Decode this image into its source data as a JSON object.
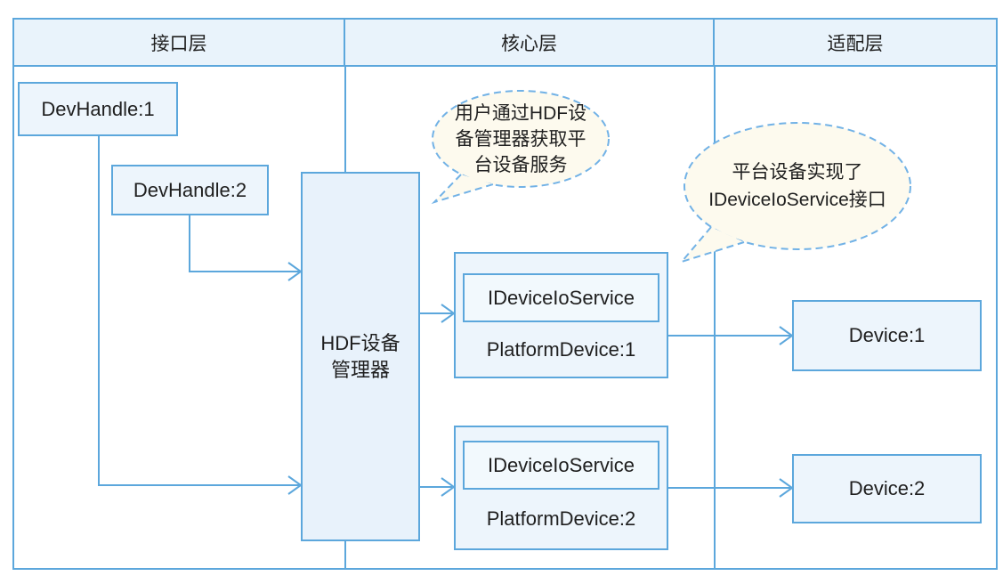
{
  "layers": [
    "接口层",
    "核心层",
    "适配层"
  ],
  "nodes": {
    "devhandle1": {
      "label": "DevHandle:1"
    },
    "devhandle2": {
      "label": "DevHandle:2"
    },
    "hdf_manager": {
      "label": "HDF设备管理器",
      "line1": "HDF设备",
      "line2": "管理器"
    },
    "platform_device1": {
      "interface": "IDeviceIoService",
      "label": "PlatformDevice:1"
    },
    "platform_device2": {
      "interface": "IDeviceIoService",
      "label": "PlatformDevice:2"
    },
    "device1": {
      "label": "Device:1"
    },
    "device2": {
      "label": "Device:2"
    }
  },
  "callouts": {
    "user_via_hdf": {
      "text": "用户通过HDF设备管理器获取平台设备服务",
      "lines": [
        "用户通过HDF设",
        "备管理器获取平",
        "台设备服务"
      ]
    },
    "platform_impl": {
      "text": "平台设备实现了IDeviceIoService接口",
      "lines": [
        "平台设备实现了",
        "IDeviceIoService接口"
      ]
    }
  },
  "colors": {
    "line_blue": "#5ca7dc",
    "header_fill": "#e9f3fb",
    "box_fill": "#edf5fc",
    "hdf_fill": "#e8f2fb",
    "inner_fill": "#f2f9fd",
    "callout_fill": "#fdfaee",
    "callout_border": "#72b2e6",
    "text_color": "#1f1f1f",
    "background": "#ffffff"
  }
}
